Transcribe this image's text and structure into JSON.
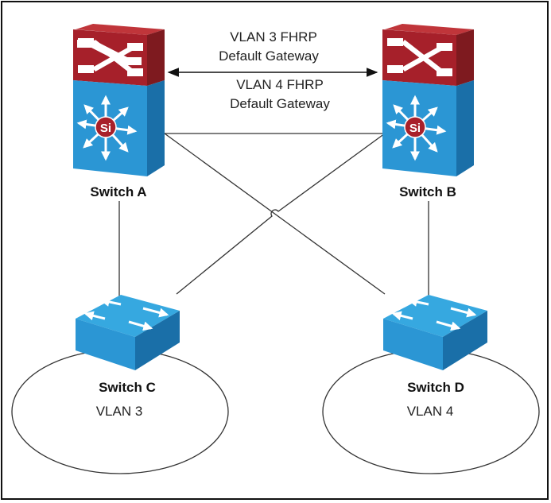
{
  "diagram": {
    "type": "network-topology",
    "colors": {
      "core_top": "#b02a2e",
      "core_front_red": "#a6202a",
      "core_side_red": "#7e1a1f",
      "core_front_blue": "#2b96d4",
      "core_side_blue": "#1a6fa8",
      "si_badge": "#a8202a",
      "access_top": "#36a8e0",
      "access_front": "#2b96d4",
      "access_side": "#1a6fa8",
      "link": "#333333"
    },
    "nodes": [
      {
        "id": "A",
        "label": "Switch A",
        "kind": "multilayer-switch",
        "badge": "Si"
      },
      {
        "id": "B",
        "label": "Switch B",
        "kind": "multilayer-switch",
        "badge": "Si"
      },
      {
        "id": "C",
        "label": "Switch C",
        "kind": "access-switch",
        "vlan_label": "VLAN 3"
      },
      {
        "id": "D",
        "label": "Switch D",
        "kind": "access-switch",
        "vlan_label": "VLAN 4"
      }
    ],
    "links": [
      {
        "from": "A",
        "to": "B",
        "style": "double-arrow"
      },
      {
        "from": "A",
        "to": "B",
        "style": "line"
      },
      {
        "from": "A",
        "to": "C",
        "style": "line"
      },
      {
        "from": "A",
        "to": "D",
        "style": "line"
      },
      {
        "from": "B",
        "to": "C",
        "style": "line",
        "hop_over": true
      },
      {
        "from": "B",
        "to": "D",
        "style": "line"
      }
    ],
    "annotations": {
      "vlan3_line1": "VLAN 3 FHRP",
      "vlan3_line2": "Default Gateway",
      "vlan4_line1": "VLAN 4 FHRP",
      "vlan4_line2": "Default Gateway"
    },
    "vlans": [
      {
        "name": "VLAN 3",
        "switch": "C"
      },
      {
        "name": "VLAN 4",
        "switch": "D"
      }
    ]
  }
}
